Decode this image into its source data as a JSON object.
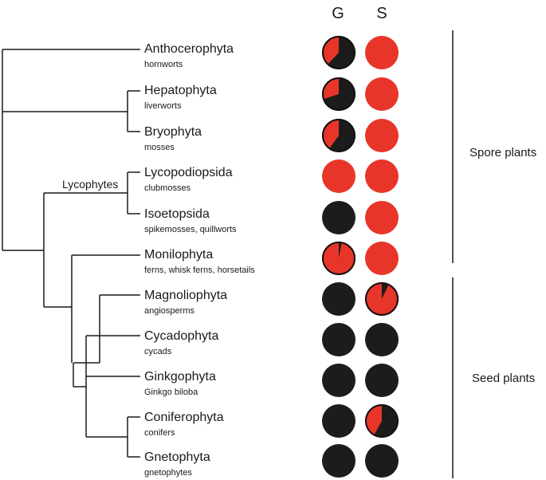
{
  "columns": {
    "g": "G",
    "s": "S"
  },
  "colors": {
    "red": "#e8352a",
    "black": "#1c1c1c",
    "line": "#1a1a1a"
  },
  "clade_label": "Lycophytes",
  "groups": {
    "spore": "Spore plants",
    "seed": "Seed plants"
  },
  "taxa": [
    {
      "name": "Anthocerophyta",
      "common": "hornworts",
      "g_red_fraction": 0.38,
      "s_red_fraction": 1.0
    },
    {
      "name": "Hepatophyta",
      "common": "liverworts",
      "g_red_fraction": 0.3,
      "s_red_fraction": 1.0
    },
    {
      "name": "Bryophyta",
      "common": "mosses",
      "g_red_fraction": 0.4,
      "s_red_fraction": 1.0
    },
    {
      "name": "Lycopodiopsida",
      "common": "clubmosses",
      "g_red_fraction": 1.0,
      "s_red_fraction": 1.0
    },
    {
      "name": "Isoetopsida",
      "common": "spikemosses, quillworts",
      "g_red_fraction": 0.0,
      "s_red_fraction": 1.0
    },
    {
      "name": "Monilophyta",
      "common": "ferns, whisk ferns, horsetails",
      "g_red_fraction": 0.97,
      "s_red_fraction": 1.0
    },
    {
      "name": "Magnoliophyta",
      "common": "angiosperms",
      "g_red_fraction": 0.0,
      "s_red_fraction": 0.93
    },
    {
      "name": "Cycadophyta",
      "common": "cycads",
      "g_red_fraction": 0.0,
      "s_red_fraction": 0.0
    },
    {
      "name": "Ginkgophyta",
      "common": "Ginkgo biloba",
      "g_red_fraction": 0.0,
      "s_red_fraction": 0.0
    },
    {
      "name": "Coniferophyta",
      "common": "conifers",
      "g_red_fraction": 0.0,
      "s_red_fraction": 0.42
    },
    {
      "name": "Gnetophyta",
      "common": "gnetophytes",
      "g_red_fraction": 0.0,
      "s_red_fraction": 0.0
    }
  ]
}
